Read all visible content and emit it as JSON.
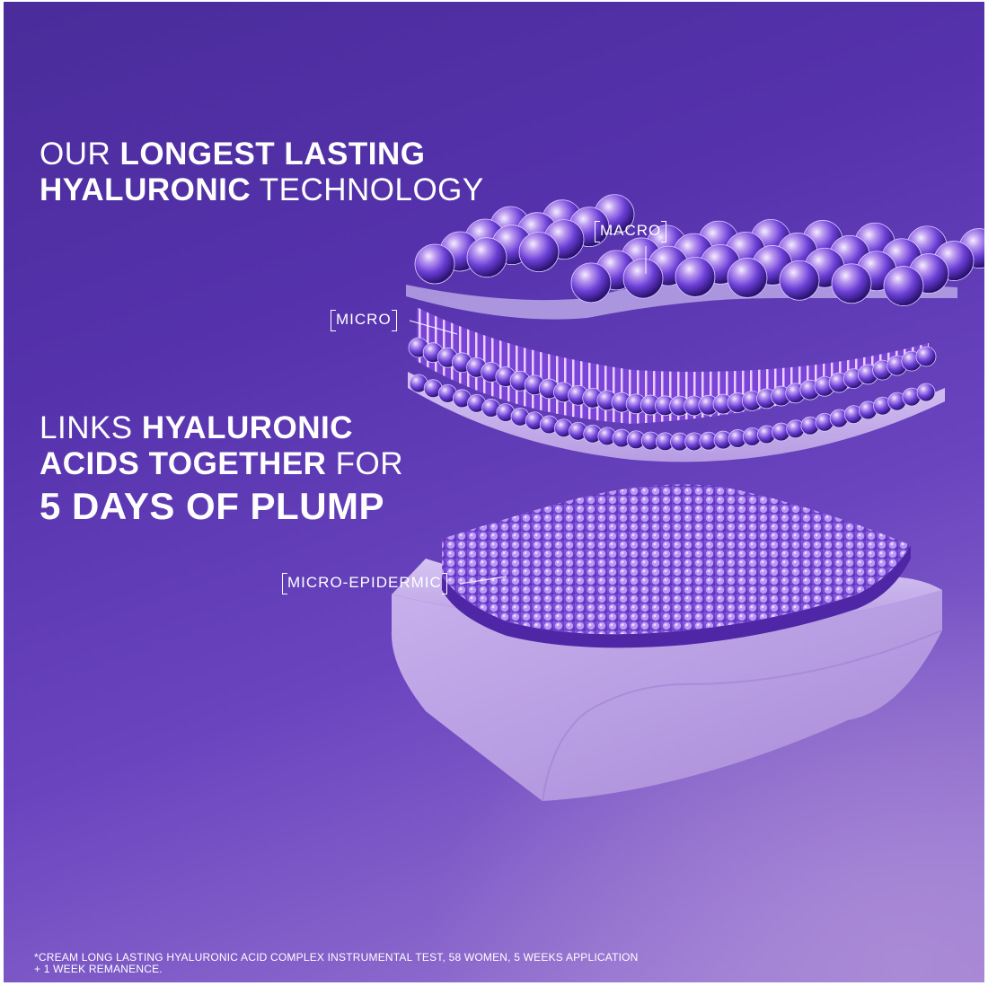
{
  "headline_top": {
    "line1_light": "OUR ",
    "line1_bold": "LONGEST LASTING",
    "line2_bold": "HYALURONIC",
    "line2_light": " TECHNOLOGY"
  },
  "headline_mid": {
    "line1_light": "LINKS ",
    "line1_bold": "HYALURONIC",
    "line2_bold": "ACIDS TOGETHER",
    "line2_light": " FOR",
    "line3_bold": "5 DAYS OF PLUMP"
  },
  "labels": {
    "macro": "MACRO",
    "micro": "MICRO",
    "micro_epidermic": "MICRO-EPIDERMIC"
  },
  "footnote": {
    "line1": "*CREAM LONG LASTING HYALURONIC ACID COMPLEX INSTRUMENTAL TEST, 58 WOMEN, 5 WEEKS APPLICATION",
    "line2": "+ 1 WEEK REMANENCE."
  },
  "colors": {
    "background_top": "#4a2c9a",
    "background_bottom": "#a283d8",
    "sphere": "#6b3fd6",
    "layer": "#c9b3ec",
    "text": "#ffffff"
  }
}
